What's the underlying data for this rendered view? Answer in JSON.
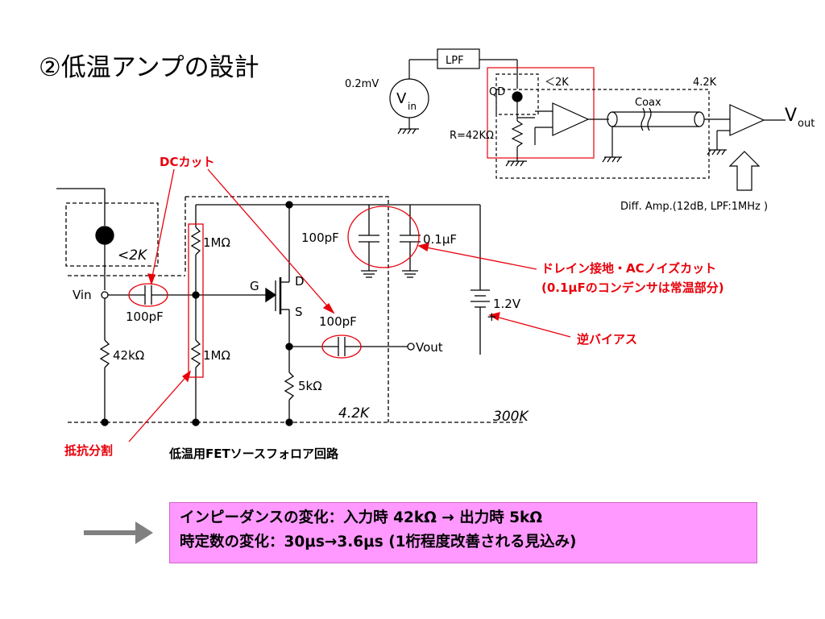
{
  "title": "②低温アンプの設計",
  "block": {
    "vin_amp": "0.2mV",
    "vin_main": "V",
    "vin_sub": "in",
    "lpf": "LPF",
    "qd": "QD",
    "lt2k": "＜2K",
    "temp42": "4.2K",
    "coax": "Coax",
    "resistor": "R=42KΩ",
    "vout_main": "V",
    "vout_sub": "out",
    "diff_amp": "Diff. Amp.(12dB, LPF:1MHz )"
  },
  "circuit": {
    "vin": "Vin",
    "cap_in": "100pF",
    "r_42k": "42kΩ",
    "r_1m_top": "1MΩ",
    "r_1m_bot": "1MΩ",
    "gate": "G",
    "drain": "D",
    "source": "S",
    "cap_out": "100pF",
    "vout": "Vout",
    "r_5k": "5kΩ",
    "cap_bypass1": "100pF",
    "cap_bypass2": "0.1μF",
    "battery": "1.2V",
    "battery_plus": "+",
    "temp_lt2k": "<2K",
    "temp_42k": "4.2K",
    "temp_300k": "300K"
  },
  "annotations": {
    "dc_cut": "DCカット",
    "drain_ground_1": "ドレイン接地・ACノイズカット",
    "drain_ground_2": "(0.1μFのコンデンサは常温部分)",
    "reverse_bias": "逆バイアス",
    "divider": "抵抗分割",
    "fet_caption": "低温用FETソースフォロア回路"
  },
  "summary": {
    "line1": "インピーダンスの変化：入力時 42kΩ → 出力時 5kΩ",
    "line2": "時定数の変化：30μs→3.6μs (1桁程度改善される見込み)"
  },
  "colors": {
    "accent_red": "#e8000b",
    "summary_bg": "#ff99ff",
    "arrow_gray": "#808080"
  }
}
